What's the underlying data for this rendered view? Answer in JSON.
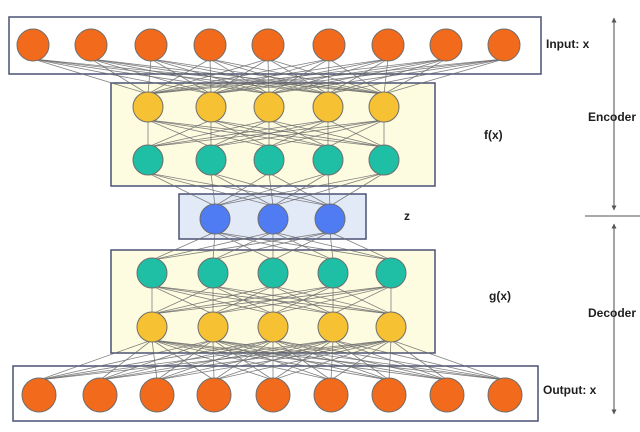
{
  "labels": {
    "input": "Input: x",
    "output": "Output: x",
    "encoder_fn": "f(x)",
    "latent": "z",
    "decoder_fn": "g(x)",
    "encoder": "Encoder",
    "decoder": "Decoder"
  },
  "layers": [
    {
      "id": "input",
      "nodes": 9,
      "color": "#f26a1b"
    },
    {
      "id": "enc-hidden-1",
      "nodes": 5,
      "color": "#f6c233"
    },
    {
      "id": "enc-hidden-2",
      "nodes": 5,
      "color": "#1fbfa5"
    },
    {
      "id": "latent",
      "nodes": 3,
      "color": "#4f7bf3"
    },
    {
      "id": "dec-hidden-1",
      "nodes": 5,
      "color": "#1fbfa5"
    },
    {
      "id": "dec-hidden-2",
      "nodes": 5,
      "color": "#f6c233"
    },
    {
      "id": "output",
      "nodes": 9,
      "color": "#f26a1b"
    }
  ]
}
